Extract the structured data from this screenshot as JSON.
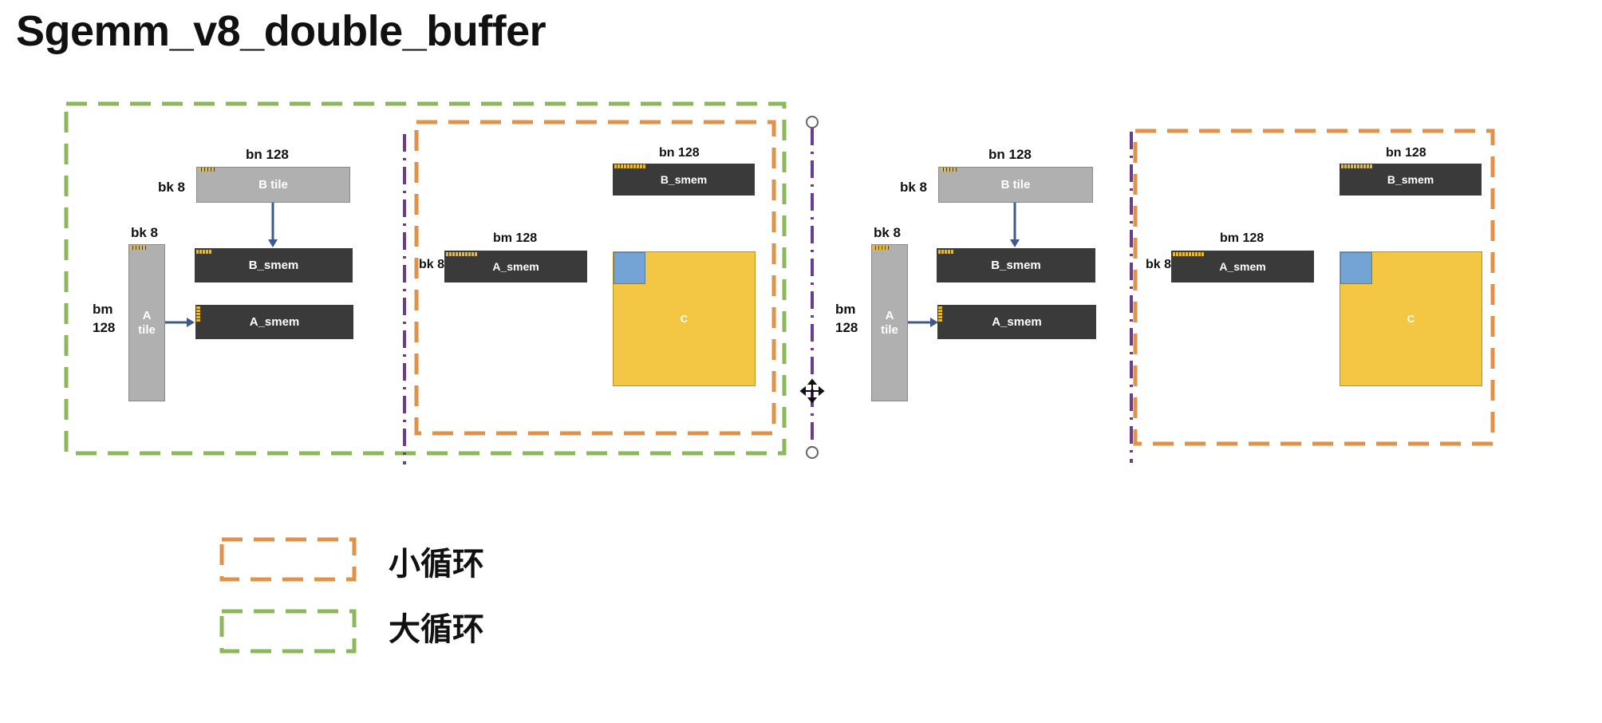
{
  "title": "Sgemm_v8_double_buffer",
  "labels": {
    "bn128": "bn 128",
    "bk8": "bk 8",
    "bk8_cut": "bk 8",
    "bm": "bm",
    "m128": "128",
    "bm128": "bm 128"
  },
  "blocks": {
    "b_tile": "B tile",
    "a_tile_1": "A",
    "a_tile_2": "tile",
    "b_smem": "B_smem",
    "a_smem": "A_smem",
    "c": "C"
  },
  "legend": {
    "small_loop": "小循环",
    "big_loop": "大循环"
  },
  "colors": {
    "orange": "#e0914a",
    "green": "#8cb85b",
    "purple": "#6b3d8f",
    "arrow": "#3d5a8a",
    "c_yellow": "#f3c744",
    "c_blue": "#74a3d6"
  }
}
